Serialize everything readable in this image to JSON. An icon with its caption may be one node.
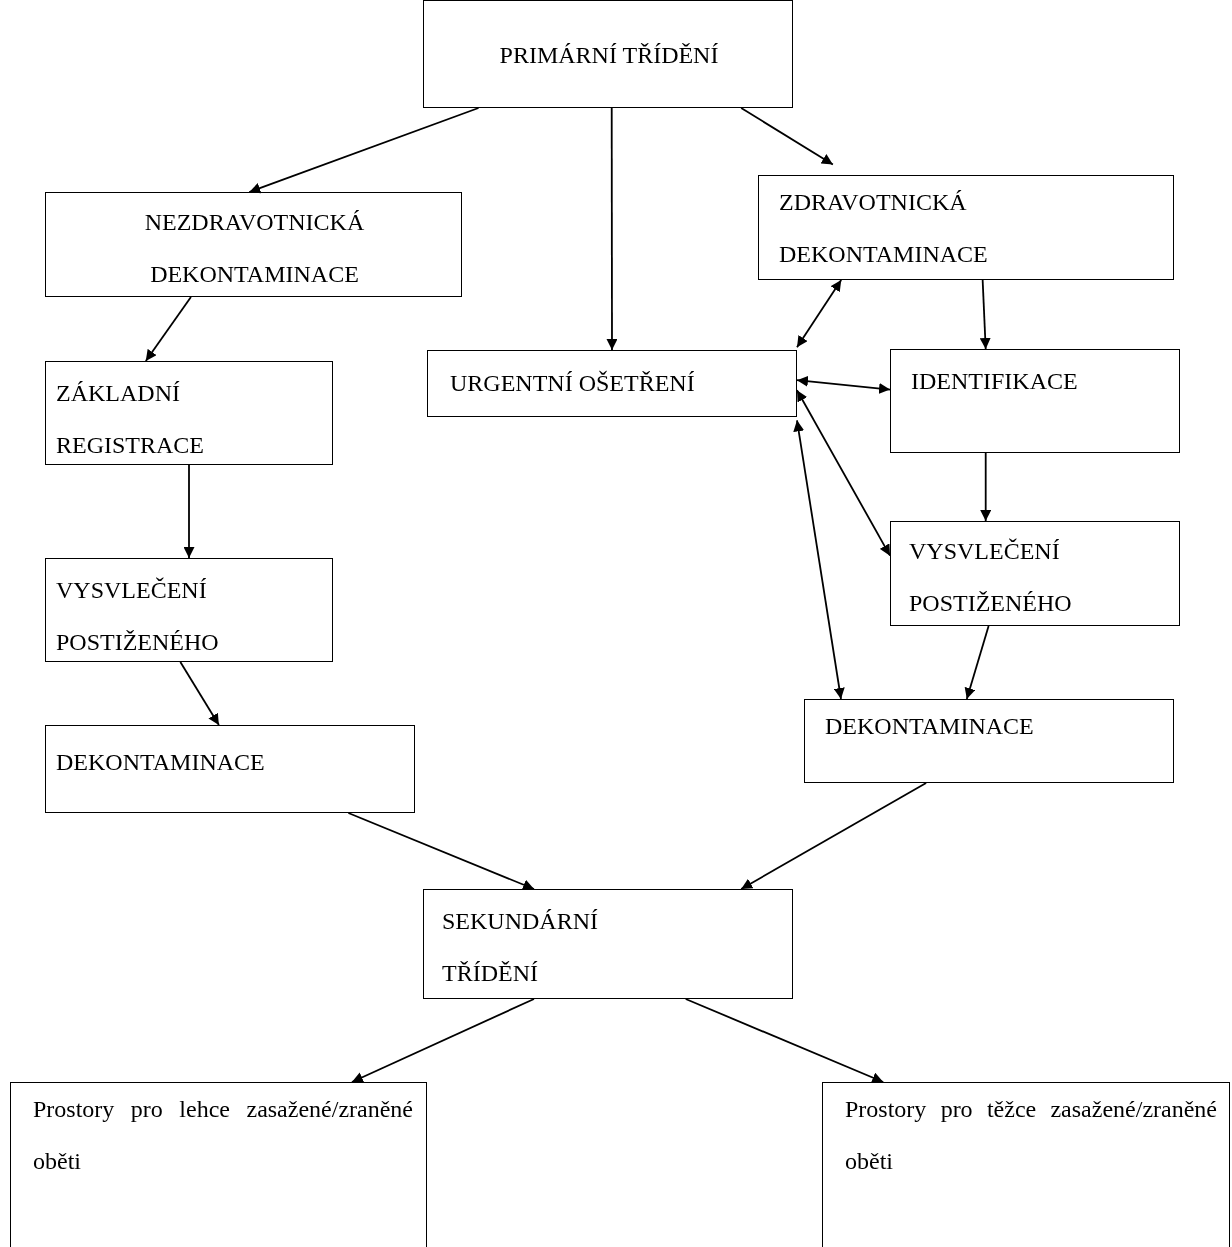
{
  "diagram": {
    "nodes": [
      {
        "text": [
          "PRIMÁRNÍ TŘÍDĚNÍ"
        ]
      },
      {
        "text": [
          "NEZDRAVOTNICKÁ DEKONTAMINACE"
        ]
      },
      {
        "text": [
          "ZDRAVOTNICKÁ DEKONTAMINACE"
        ]
      },
      {
        "text": [
          "URGENTNÍ OŠETŘENÍ"
        ]
      },
      {
        "text": [
          "IDENTIFIKACE"
        ]
      },
      {
        "text": [
          "ZÁKLADNÍ REGISTRACE"
        ]
      },
      {
        "text": [
          "VYSVLEČENÍ POSTIŽENÉHO"
        ]
      },
      {
        "text": [
          "VYSVLEČENÍ POSTIŽENÉHO"
        ]
      },
      {
        "text": [
          "DEKONTAMINACE"
        ]
      },
      {
        "text": [
          "DEKONTAMINACE"
        ]
      },
      {
        "text": [
          "SEKUNDÁRNÍ TŘÍDĚNÍ"
        ]
      },
      {
        "text": [
          "Prostory pro lehce zasažené/zraněné oběti"
        ]
      },
      {
        "text": [
          "Prostory pro těžce zasažené/zraněné oběti"
        ]
      }
    ],
    "edges": [
      {
        "from": 0,
        "to": 1,
        "arrow": "to"
      },
      {
        "from": 0,
        "to": 3,
        "arrow": "to"
      },
      {
        "from": 0,
        "to": 2,
        "arrow": "to"
      },
      {
        "from": 1,
        "to": 5,
        "arrow": "to"
      },
      {
        "from": 5,
        "to": 6,
        "arrow": "to"
      },
      {
        "from": 6,
        "to": 8,
        "arrow": "to"
      },
      {
        "from": 2,
        "to": 4,
        "arrow": "to"
      },
      {
        "from": 4,
        "to": 7,
        "arrow": "to"
      },
      {
        "from": 7,
        "to": 9,
        "arrow": "to"
      },
      {
        "from": 8,
        "to": 10,
        "arrow": "to"
      },
      {
        "from": 9,
        "to": 10,
        "arrow": "to"
      },
      {
        "from": 10,
        "to": 11,
        "arrow": "to"
      },
      {
        "from": 10,
        "to": 12,
        "arrow": "to"
      },
      {
        "from": 3,
        "to": 2,
        "arrow": "both"
      },
      {
        "from": 3,
        "to": 4,
        "arrow": "both"
      },
      {
        "from": 3,
        "to": 7,
        "arrow": "both"
      },
      {
        "from": 3,
        "to": 9,
        "arrow": "both"
      }
    ]
  }
}
